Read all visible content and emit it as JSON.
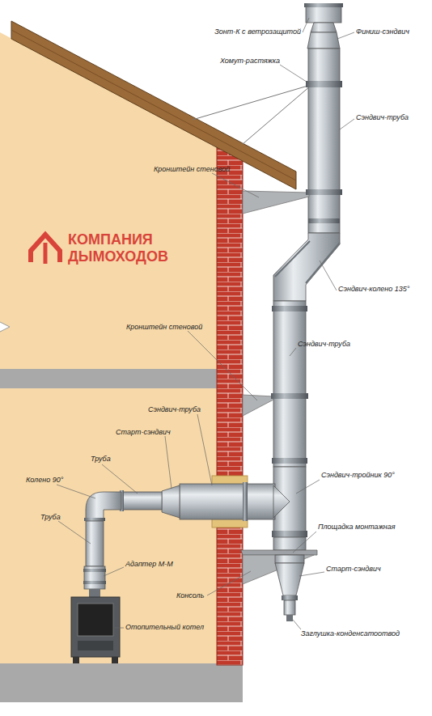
{
  "diagram": {
    "labels": [
      "Зонт-К с ветрозащитой",
      "Финиш-сэндвич",
      "Хомут-растяжка",
      "Сэндвич-труба",
      "Кронштейн стеновой",
      "КОМПАНИЯ ДЫМОХОДОВ",
      "Сэндвич-колено 135°",
      "Кронштейн стеновой",
      "Сэндвич-труба",
      "Сэндвич-труба",
      "Старт-сэндвич",
      "Колено 90°",
      "Труба",
      "Труба",
      "Сэндвич-тройник 90°",
      "Адаптер М-М",
      "Площадка монтажная",
      "Отопительный котел",
      "Консоль",
      "Старт-сэндвич",
      "Заглушка-конденсатоотвод"
    ]
  }
}
